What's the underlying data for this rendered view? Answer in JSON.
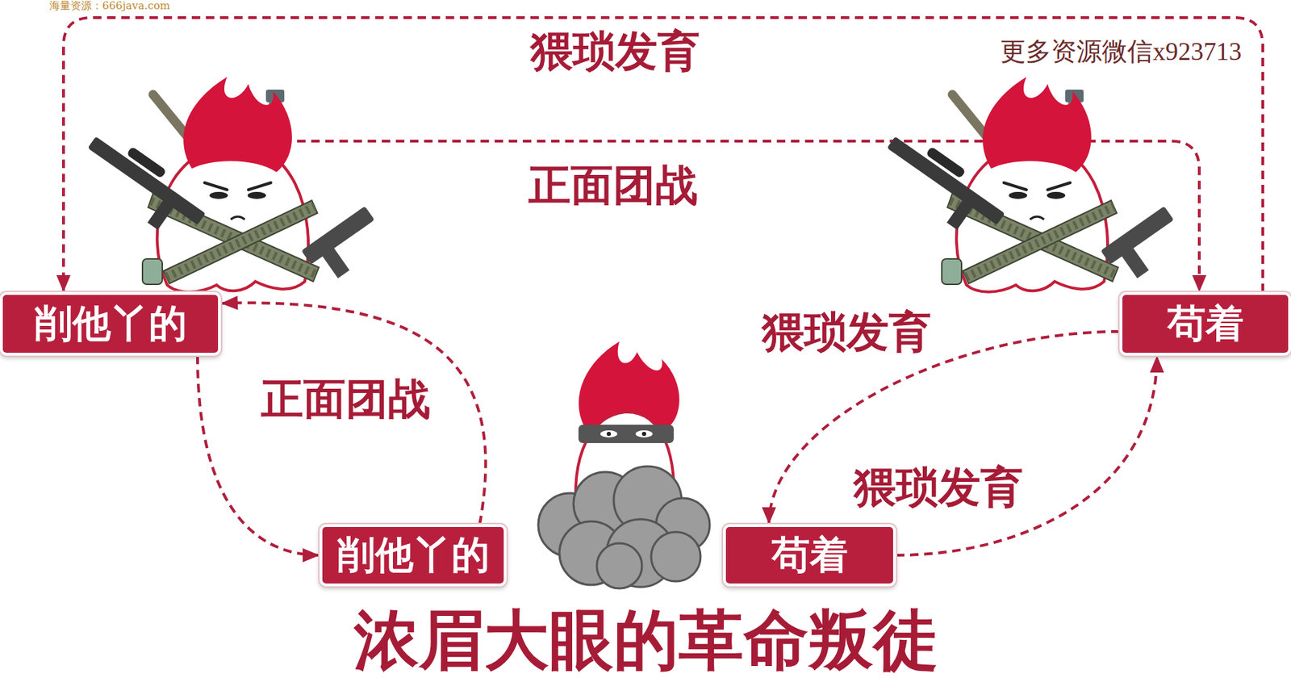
{
  "diagram": {
    "title": "浓眉大眼的革命叛徒",
    "nodes": [
      {
        "text": [
          "削他丫的"
        ]
      },
      {
        "text": [
          "苟着"
        ]
      },
      {
        "text": [
          "削他丫的"
        ]
      },
      {
        "text": [
          "苟着"
        ]
      }
    ],
    "edges": [
      {
        "from": 1,
        "to": 0,
        "label": "猥琐发育",
        "arrow": "to"
      },
      {
        "from": 0,
        "to": 1,
        "label": "正面团战",
        "arrow": "to"
      },
      {
        "from": 0,
        "to": 2,
        "label": "正面团战",
        "arrow": "to"
      },
      {
        "from": 2,
        "to": 0,
        "arrow": "to"
      },
      {
        "from": 1,
        "to": 3,
        "label": "猥琐发育",
        "arrow": "to"
      },
      {
        "from": 3,
        "to": 1,
        "label": "猥琐发育",
        "arrow": "to"
      }
    ],
    "labels": [
      "海量资源：666java.com",
      "更多资源微信x923713"
    ]
  }
}
